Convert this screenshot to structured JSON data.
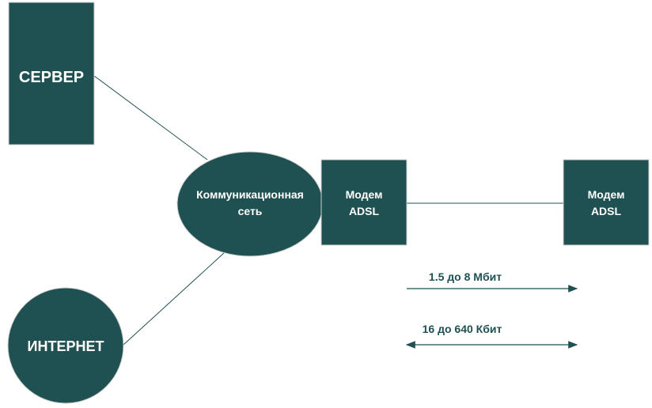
{
  "colors": {
    "node": "#1f5052",
    "line": "#1f5052",
    "border": "#d0d0d0"
  },
  "nodes": {
    "server": "СЕРВЕР",
    "internet": "ИНТЕРНЕТ",
    "network": [
      "Коммуникационная",
      "сеть"
    ],
    "modem_left": [
      "Модем",
      "ADSL"
    ],
    "modem_right": [
      "Модем",
      "ADSL"
    ]
  },
  "speeds": {
    "downstream": "1.5 до 8 Мбит",
    "upstream": "16 до 640 Кбит"
  }
}
